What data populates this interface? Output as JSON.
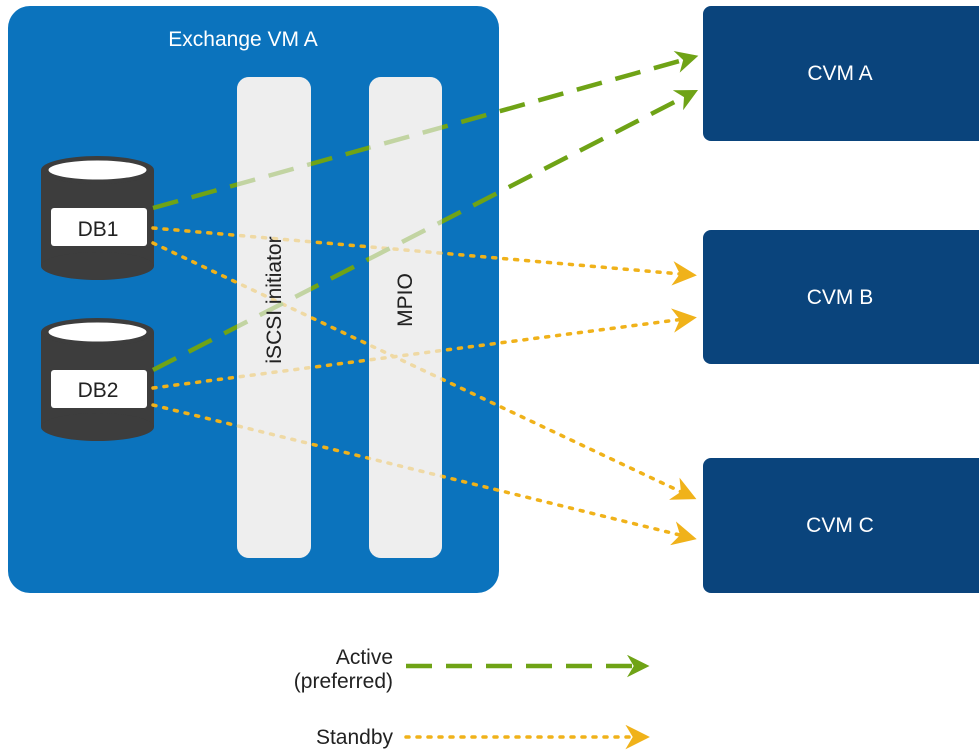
{
  "exchange_vm": {
    "title": "Exchange VM A",
    "color": "#0b73bd"
  },
  "layers": {
    "iscsi_label": "iSCSI initiator",
    "mpio_label": "MPIO",
    "color": "#eeeeee"
  },
  "databases": [
    {
      "id": "db1",
      "label": "DB1"
    },
    {
      "id": "db2",
      "label": "DB2"
    }
  ],
  "cvms": [
    {
      "id": "cvm-a",
      "label": "CVM A"
    },
    {
      "id": "cvm-b",
      "label": "CVM B"
    },
    {
      "id": "cvm-c",
      "label": "CVM C"
    }
  ],
  "cvm_color": "#0a447c",
  "legend": {
    "active_line1": "Active",
    "active_line2": "(preferred)",
    "standby": "Standby"
  },
  "colors": {
    "active": "#6fa316",
    "standby": "#f0b21a",
    "db_body": "#3d3d3d"
  },
  "connections": [
    {
      "from": "DB1",
      "to": "CVM A",
      "type": "active"
    },
    {
      "from": "DB1",
      "to": "CVM B",
      "type": "standby"
    },
    {
      "from": "DB1",
      "to": "CVM C",
      "type": "standby"
    },
    {
      "from": "DB2",
      "to": "CVM A",
      "type": "active"
    },
    {
      "from": "DB2",
      "to": "CVM B",
      "type": "standby"
    },
    {
      "from": "DB2",
      "to": "CVM C",
      "type": "standby"
    }
  ]
}
